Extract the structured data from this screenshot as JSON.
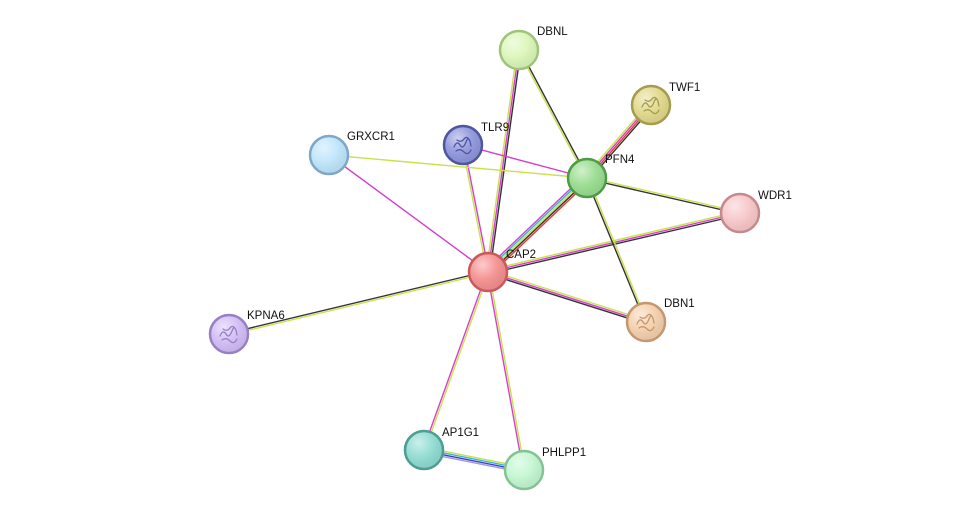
{
  "network": {
    "nodes": [
      {
        "id": "CAP2",
        "label": "CAP2",
        "fill": "#f58f8f",
        "stroke": "#c85a5a",
        "glyph": "none"
      },
      {
        "id": "PFN4",
        "label": "PFN4",
        "fill": "#99dd8f",
        "stroke": "#4f9a47",
        "glyph": "none"
      },
      {
        "id": "DBNL",
        "label": "DBNL",
        "fill": "#dcf7b8",
        "stroke": "#a0c27c",
        "glyph": "none"
      },
      {
        "id": "TWF1",
        "label": "TWF1",
        "fill": "#e2d98a",
        "stroke": "#a59c50",
        "glyph": "protein-structure-icon"
      },
      {
        "id": "TLR9",
        "label": "TLR9",
        "fill": "#8f96dc",
        "stroke": "#4f56a0",
        "glyph": "protein-structure-icon"
      },
      {
        "id": "GRXCR1",
        "label": "GRXCR1",
        "fill": "#bfe5fb",
        "stroke": "#7fa7c8",
        "glyph": "none"
      },
      {
        "id": "WDR1",
        "label": "WDR1",
        "fill": "#f8c7c9",
        "stroke": "#c68a8d",
        "glyph": "none"
      },
      {
        "id": "DBN1",
        "label": "DBN1",
        "fill": "#f4d0ad",
        "stroke": "#c4976e",
        "glyph": "protein-structure-icon"
      },
      {
        "id": "KPNA6",
        "label": "KPNA6",
        "fill": "#d3bdf7",
        "stroke": "#9781c4",
        "glyph": "protein-structure-icon"
      },
      {
        "id": "AP1G1",
        "label": "AP1G1",
        "fill": "#8fdcd2",
        "stroke": "#4e9c92",
        "glyph": "none"
      },
      {
        "id": "PHLPP1",
        "label": "PHLPP1",
        "fill": "#c3f7d1",
        "stroke": "#84c296",
        "glyph": "none"
      }
    ],
    "edge_colors": {
      "coexpression": "#333333",
      "textmining": "#c9e24b",
      "experiments": "#d43fcf",
      "database": "#39b8c9",
      "neighborhood": "#3b3bd6",
      "homology": "#a59ad9",
      "fusion": "#e03a2e"
    },
    "edges": [
      {
        "source": "CAP2",
        "target": "PFN4",
        "types": [
          "experiments",
          "database",
          "textmining",
          "coexpression",
          "fusion"
        ]
      },
      {
        "source": "CAP2",
        "target": "DBNL",
        "types": [
          "textmining",
          "experiments",
          "coexpression"
        ]
      },
      {
        "source": "CAP2",
        "target": "TLR9",
        "types": [
          "textmining",
          "experiments"
        ]
      },
      {
        "source": "CAP2",
        "target": "GRXCR1",
        "types": [
          "experiments"
        ]
      },
      {
        "source": "CAP2",
        "target": "WDR1",
        "types": [
          "textmining",
          "experiments",
          "coexpression"
        ]
      },
      {
        "source": "CAP2",
        "target": "DBN1",
        "types": [
          "textmining",
          "experiments",
          "coexpression"
        ]
      },
      {
        "source": "CAP2",
        "target": "KPNA6",
        "types": [
          "textmining",
          "coexpression"
        ]
      },
      {
        "source": "CAP2",
        "target": "AP1G1",
        "types": [
          "textmining",
          "experiments"
        ]
      },
      {
        "source": "CAP2",
        "target": "PHLPP1",
        "types": [
          "textmining",
          "experiments"
        ]
      },
      {
        "source": "PFN4",
        "target": "DBNL",
        "types": [
          "textmining",
          "coexpression"
        ]
      },
      {
        "source": "PFN4",
        "target": "TWF1",
        "types": [
          "textmining",
          "experiments",
          "fusion",
          "coexpression"
        ]
      },
      {
        "source": "PFN4",
        "target": "TLR9",
        "types": [
          "experiments"
        ]
      },
      {
        "source": "PFN4",
        "target": "GRXCR1",
        "types": [
          "textmining"
        ]
      },
      {
        "source": "PFN4",
        "target": "WDR1",
        "types": [
          "textmining",
          "coexpression"
        ]
      },
      {
        "source": "PFN4",
        "target": "DBN1",
        "types": [
          "textmining",
          "coexpression"
        ]
      },
      {
        "source": "AP1G1",
        "target": "PHLPP1",
        "types": [
          "textmining",
          "database",
          "neighborhood",
          "homology"
        ]
      }
    ]
  }
}
